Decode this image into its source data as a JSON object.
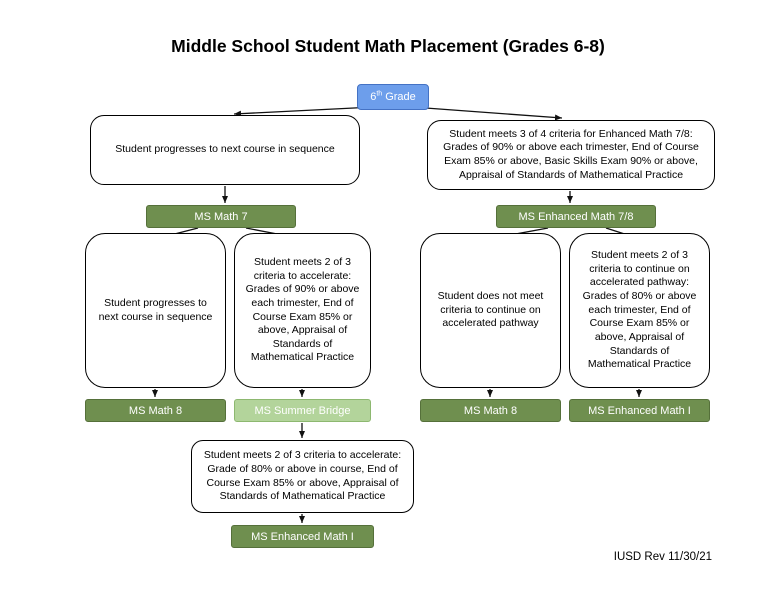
{
  "title": "Middle School Student Math Placement (Grades 6-8)",
  "footer": "IUSD Rev 11/30/21",
  "colors": {
    "blue": "#6d9eeb",
    "blue_border": "#4472c4",
    "green": "#6f8f4f",
    "green_border": "#55703a",
    "light_green": "#b3d49b",
    "light_green_border": "#8db870"
  },
  "nodes": {
    "grade6": {
      "pre": "6",
      "sup": "th",
      "post": " Grade"
    },
    "progress_seq_7": "Student progresses to next course in sequence",
    "criteria_enh78": "Student meets 3 of 4 criteria for Enhanced Math 7/8: Grades of 90% or above each trimester, End of Course Exam 85% or above, Basic Skills Exam 90% or above, Appraisal of Standards of Mathematical Practice",
    "ms_math7": "MS Math 7",
    "ms_enhanced_math78": "MS Enhanced Math 7/8",
    "progress_seq_8": "Student progresses to next course in sequence",
    "criteria_accelerate": "Student meets 2 of 3 criteria to accelerate: Grades of 90% or above each trimester, End of Course Exam 85% or above, Appraisal of Standards of Mathematical Practice",
    "ms_math8_left": "MS Math 8",
    "ms_summer_bridge": "MS Summer Bridge",
    "not_meet_criteria": "Student does not meet criteria to continue on accelerated pathway",
    "criteria_continue": "Student meets 2 of 3 criteria to continue on accelerated pathway: Grades of 80% or above each trimester, End of Course Exam 85% or above, Appraisal of Standards of Mathematical Practice",
    "ms_math8_right": "MS Math 8",
    "ms_enhanced_math1_right": "MS Enhanced Math I",
    "criteria_bridge": "Student meets 2 of 3 criteria to accelerate: Grade of 80% or above in course, End of Course Exam 85% or above, Appraisal of Standards of Mathematical Practice",
    "ms_enhanced_math1_bottom": "MS Enhanced Math I"
  }
}
